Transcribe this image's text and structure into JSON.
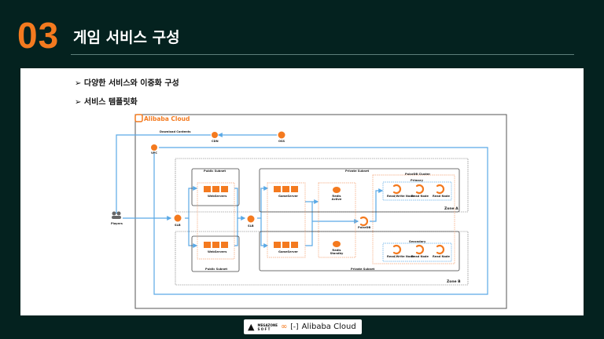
{
  "header": {
    "number": "03",
    "title": "게임 서비스 구성"
  },
  "bullets": [
    "다양한 서비스와 이중화 구성",
    "서비스 템플릿화"
  ],
  "bullet_marker": "➢",
  "diagram": {
    "cloud_label": "Alibaba Cloud",
    "download": "Download Contents",
    "cdn": "CDN",
    "oss": "OSS",
    "vpc": "VPC",
    "players": "Players",
    "slb": "SLB",
    "public_subnet": "Public Subnet",
    "private_subnet": "Private Subnet",
    "webservers": "WebServers",
    "gameserver": "GameServer",
    "redis_active": "Redis Active",
    "redis_standby": "Redis Standby",
    "polardb": "PolarDB",
    "polardb_cluster": "PolarDB Cluster",
    "primary": "Primary",
    "secondary": "Secondary",
    "rw_node": "Read/Write Node",
    "read_node": "Read Node",
    "zone_a": "Zone A",
    "zone_b": "Zone B"
  },
  "footer": {
    "megazone": "MEGAZONE",
    "soft": "S O F T",
    "alibaba": "Alibaba Cloud"
  },
  "colors": {
    "accent": "#f47a1f",
    "bg": "#04221f",
    "line": "#5aa9e6"
  }
}
